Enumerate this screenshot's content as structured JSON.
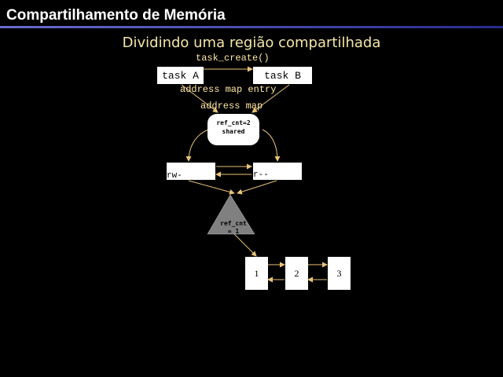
{
  "slide": {
    "title": "Compartilhamento de Memória",
    "subtitle": "Dividindo uma região compartilhada"
  },
  "diagram": {
    "task_create_label": "task_create()",
    "task_a": "task A",
    "task_b": "task B",
    "address_map_entry_label": "address map entry",
    "address_map_label": "address map",
    "ref_count_box": {
      "line1": "ref_cnt=2",
      "line2": "shared"
    },
    "left_perm": "rw-",
    "right_perm": "r--",
    "triangle_label": {
      "line1": "ref_cnt",
      "line2": "= 1"
    },
    "pages": [
      "1",
      "2",
      "3"
    ]
  },
  "colors": {
    "background": "#000000",
    "arrow": "#e8c27a",
    "label_text": "#ffe9a3",
    "triangle_fill": "#808080",
    "box_fill": "#ffffff"
  }
}
